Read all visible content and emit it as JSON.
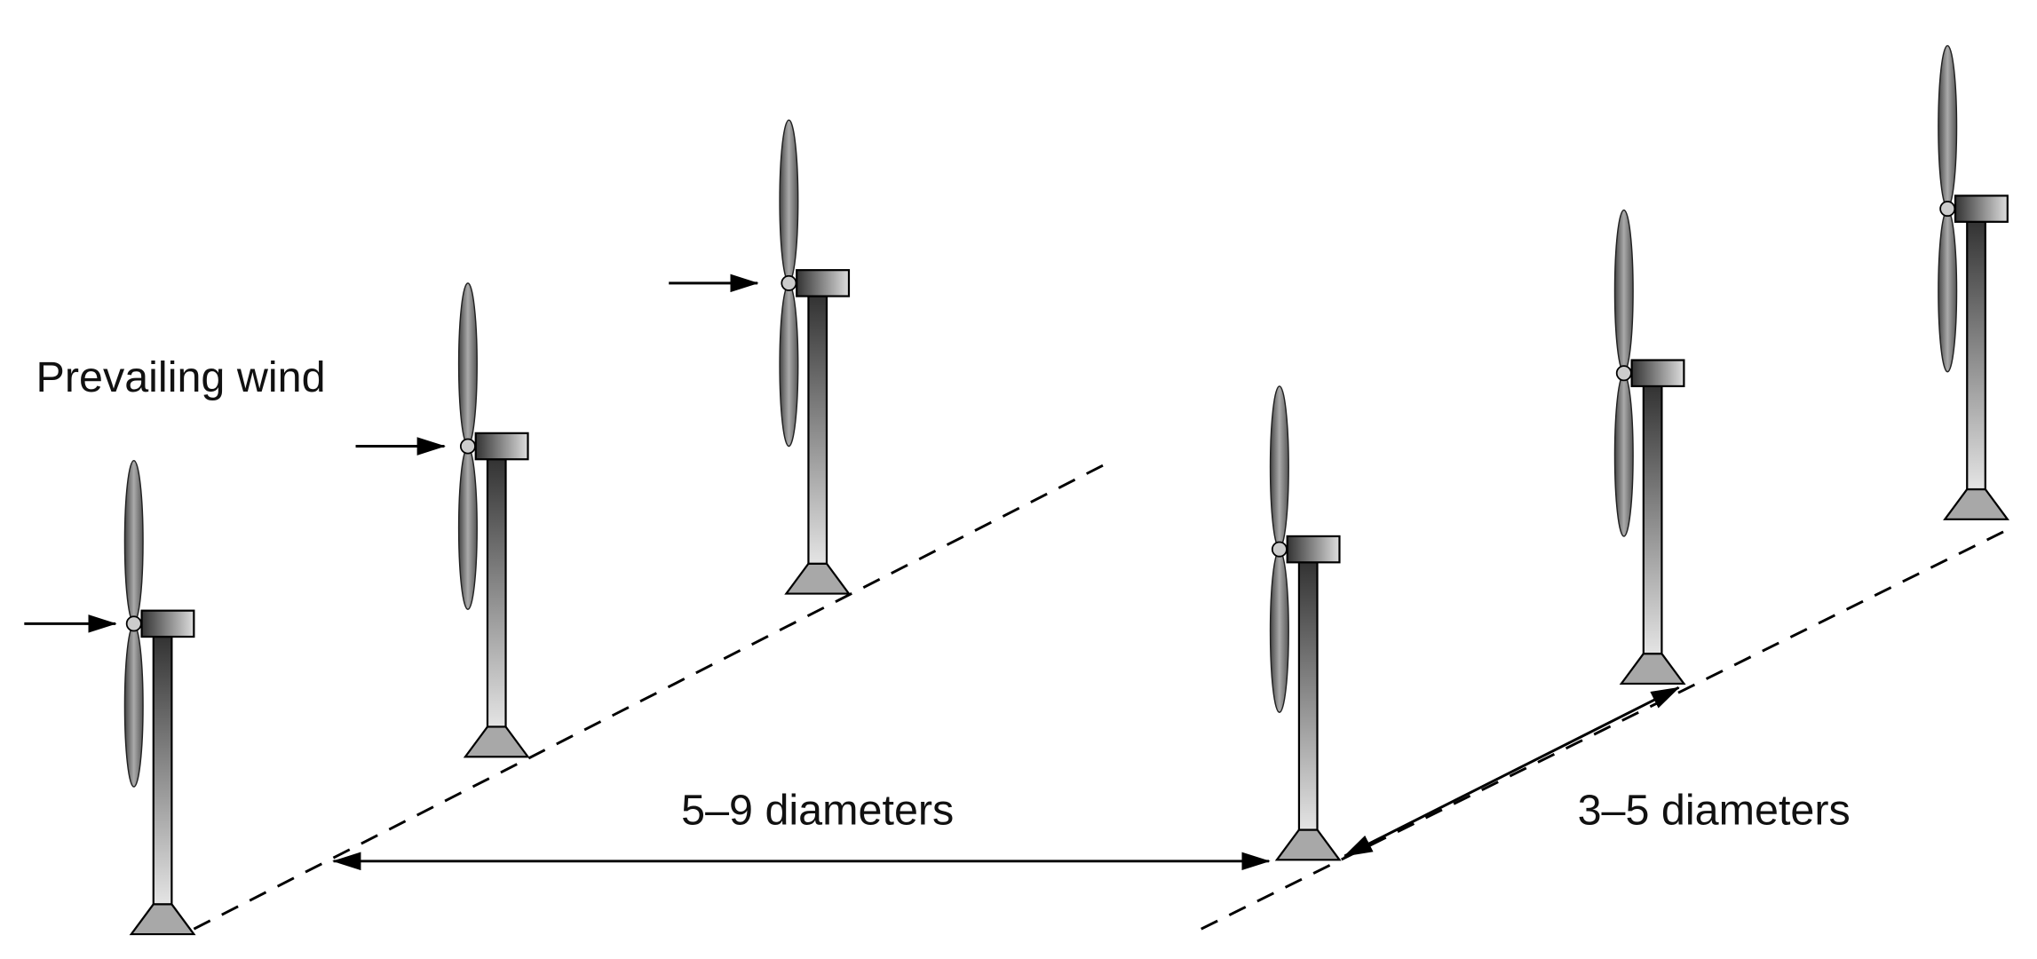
{
  "labels": {
    "wind": "Prevailing wind",
    "row_spacing": "5–9 diameters",
    "turbine_spacing": "3–5 diameters"
  },
  "colors": {
    "line": "#000000",
    "base_fill": "#a8a8a8",
    "tower_dark": "#333333",
    "tower_light": "#e0e0e0"
  }
}
